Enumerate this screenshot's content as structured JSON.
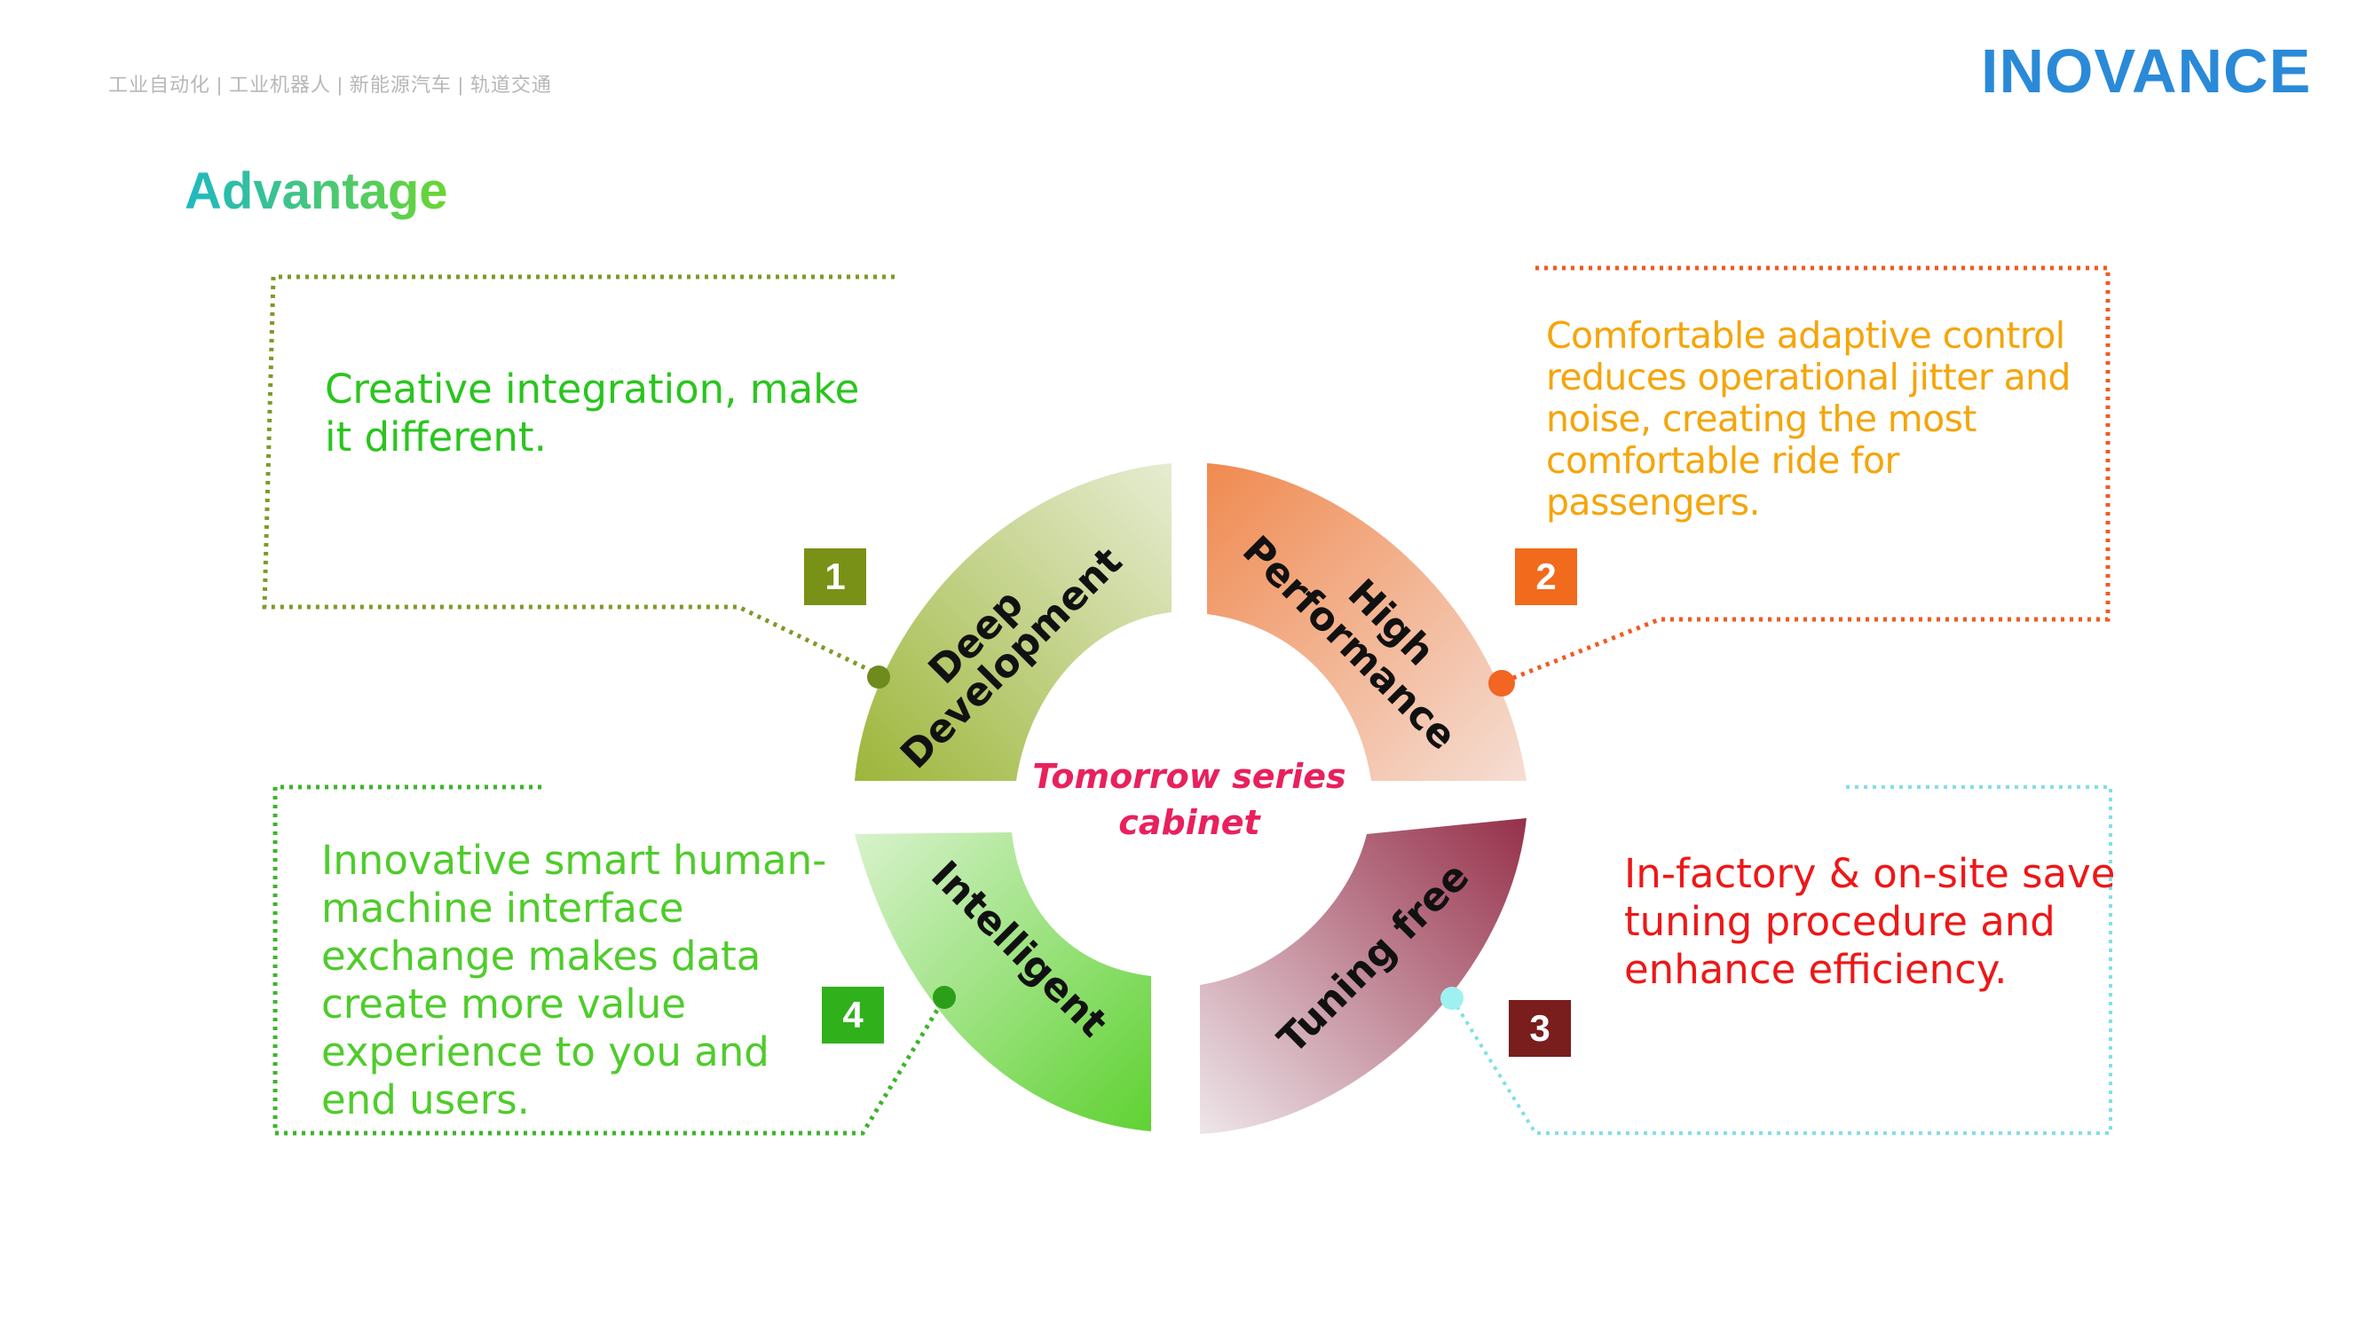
{
  "header": {
    "industries": "工业自动化  |   工业机器人 | 新能源汽车  |   轨道交通",
    "brand": "INOVANCE"
  },
  "title": "Advantage",
  "center": {
    "line1": "Tomorrow series",
    "line2": "cabinet",
    "color": "#e8215d"
  },
  "segments": [
    {
      "number": "1",
      "label_lines": [
        "Deep",
        "Development"
      ],
      "description": "Creative integration, make it different.",
      "color": "#8aa626"
    },
    {
      "number": "2",
      "label_lines": [
        "High",
        "Performance"
      ],
      "description": "Comfortable adaptive control reduces operational jitter and noise, creating the most comfortable ride for passengers.",
      "color": "#f07a3a"
    },
    {
      "number": "3",
      "label_lines": [
        "Tuning free"
      ],
      "description": "In-factory & on-site save tuning procedure and enhance efficiency.",
      "color": "#9b3a4a"
    },
    {
      "number": "4",
      "label_lines": [
        "Intelligent"
      ],
      "description": "Innovative smart human-machine interface exchange makes data create more value experience to you and end users.",
      "color": "#5fce3a"
    }
  ]
}
